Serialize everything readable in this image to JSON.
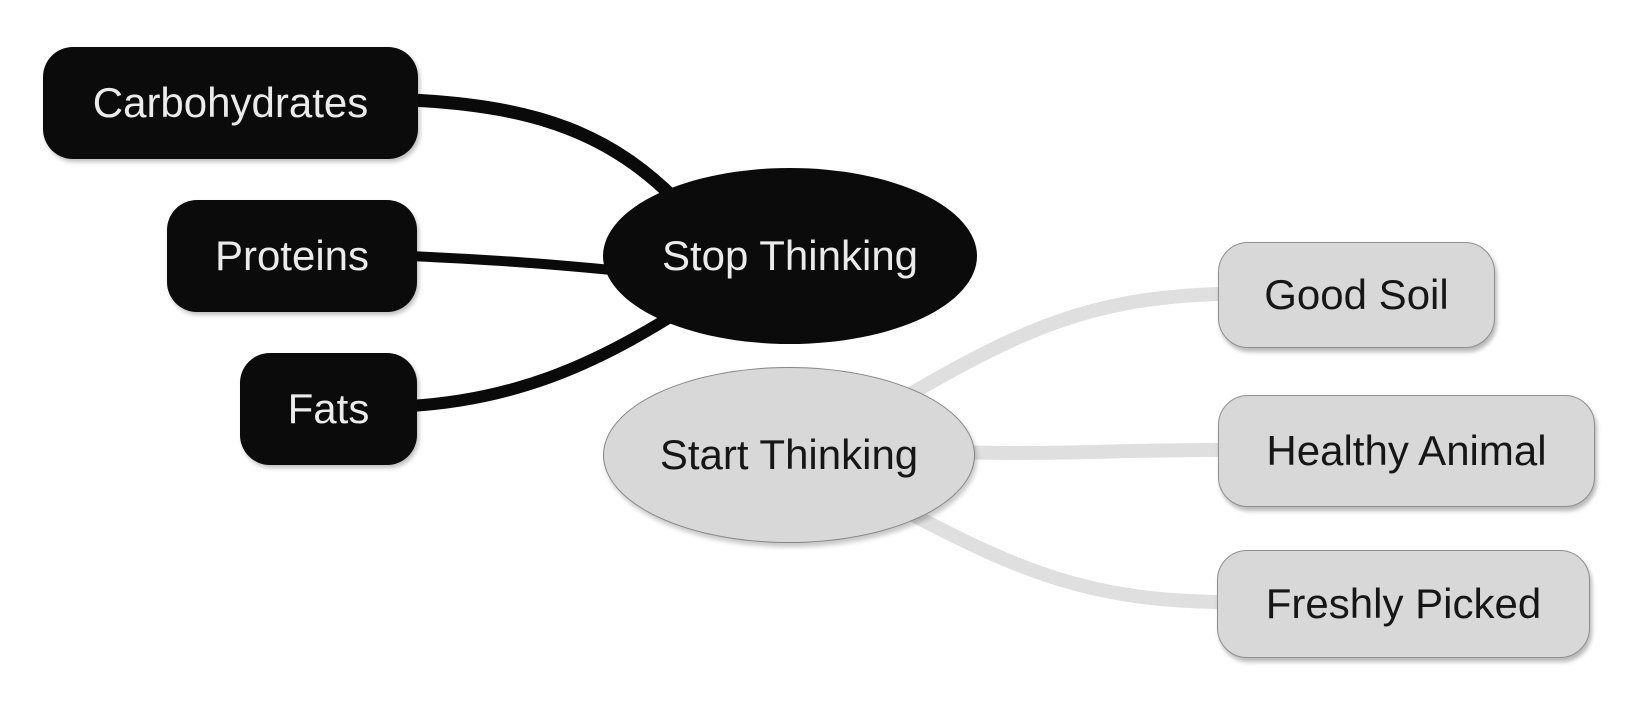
{
  "diagram": {
    "type": "mindmap",
    "background_color": "#ffffff",
    "nodes": {
      "stop_thinking": {
        "label": "Stop Thinking",
        "shape": "ellipse",
        "fill": "#0b0b0b",
        "text_color": "#ebebeb"
      },
      "start_thinking": {
        "label": "Start Thinking",
        "shape": "ellipse",
        "fill": "#d8d8d8",
        "text_color": "#161616",
        "border_color": "#868686"
      },
      "carbohydrates": {
        "label": "Carbohydrates",
        "shape": "rounded-rect",
        "fill": "#0b0b0b",
        "text_color": "#ebebeb"
      },
      "proteins": {
        "label": "Proteins",
        "shape": "rounded-rect",
        "fill": "#0b0b0b",
        "text_color": "#ebebeb"
      },
      "fats": {
        "label": "Fats",
        "shape": "rounded-rect",
        "fill": "#0b0b0b",
        "text_color": "#ebebeb"
      },
      "good_soil": {
        "label": "Good Soil",
        "shape": "rounded-rect",
        "fill": "#d8d8d8",
        "text_color": "#161616",
        "border_color": "#8f8f8f"
      },
      "healthy_animal": {
        "label": "Healthy Animal",
        "shape": "rounded-rect",
        "fill": "#d8d8d8",
        "text_color": "#161616",
        "border_color": "#8f8f8f"
      },
      "freshly_picked": {
        "label": "Freshly Picked",
        "shape": "rounded-rect",
        "fill": "#d8d8d8",
        "text_color": "#161616",
        "border_color": "#8f8f8f"
      }
    },
    "edges": [
      {
        "from": "carbohydrates",
        "to": "stop_thinking",
        "color": "#0a0a0a"
      },
      {
        "from": "proteins",
        "to": "stop_thinking",
        "color": "#0a0a0a"
      },
      {
        "from": "fats",
        "to": "stop_thinking",
        "color": "#0a0a0a"
      },
      {
        "from": "start_thinking",
        "to": "good_soil",
        "color": "#dfdfdf"
      },
      {
        "from": "start_thinking",
        "to": "healthy_animal",
        "color": "#dfdfdf"
      },
      {
        "from": "start_thinking",
        "to": "freshly_picked",
        "color": "#dfdfdf"
      }
    ]
  }
}
